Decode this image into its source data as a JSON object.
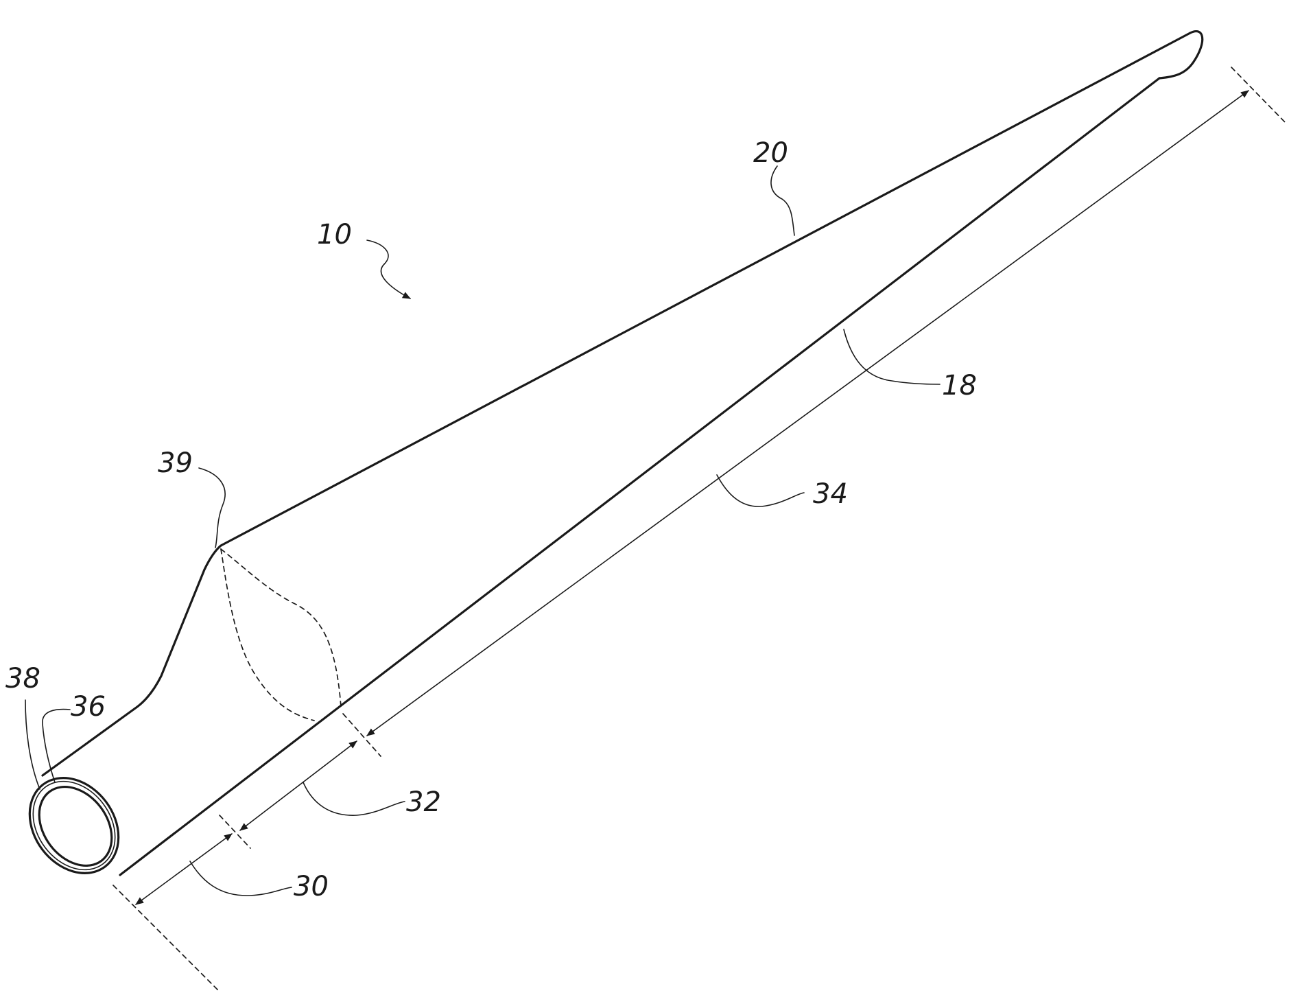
{
  "figure": {
    "reference_numerals": {
      "blade": "10",
      "trailing_edge": "20",
      "leading_edge": "18",
      "root_section": "30",
      "transition_section": "32",
      "airfoil_section": "34",
      "inner_wall": "36",
      "outer_wall": "38",
      "shoulder": "39"
    },
    "colors": {
      "line": "#1a1a1a",
      "background": "#ffffff"
    }
  }
}
